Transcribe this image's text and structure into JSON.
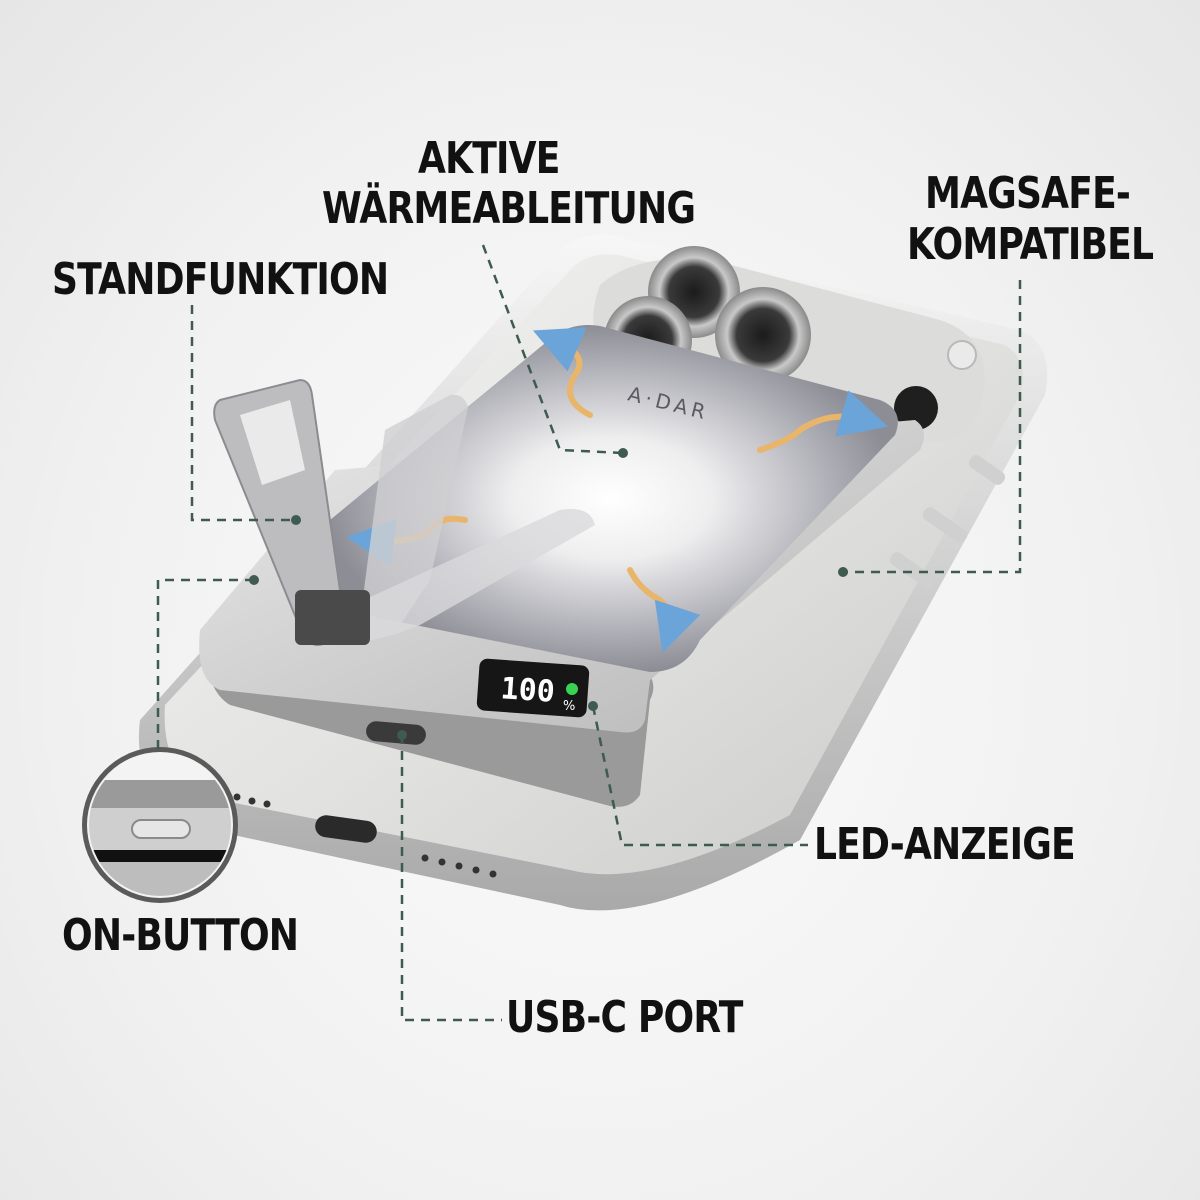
{
  "callouts": {
    "active_heat": [
      "AKTIVE",
      "WÄRMEABLEITUNG"
    ],
    "stand": "STANDFUNKTION",
    "magsafe": [
      "MAGSAFE-",
      "KOMPATIBEL"
    ],
    "led": "LED-ANZEIGE",
    "on_button": "ON-BUTTON",
    "usbc": "USB-C PORT"
  },
  "device": {
    "brand": "A·DAR",
    "display_value": "100",
    "display_unit": "%"
  },
  "colors": {
    "leader_line": "#3f5a4f",
    "heat_arrow": "#e8b56a",
    "cool_arrow": "#6aa4d8",
    "led_green": "#39d353"
  }
}
